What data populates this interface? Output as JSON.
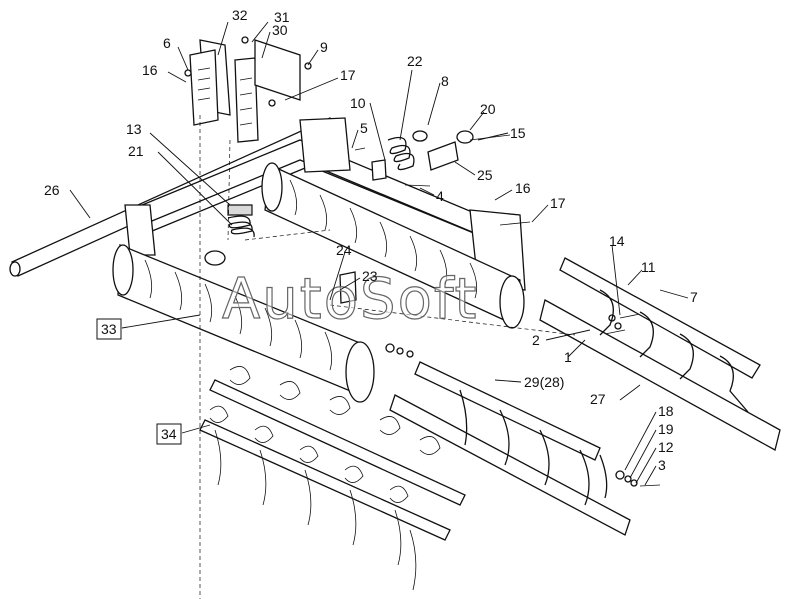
{
  "watermark": "AutoSoft",
  "callouts": [
    {
      "id": "c32",
      "text": "32"
    },
    {
      "id": "c31",
      "text": "31"
    },
    {
      "id": "c30",
      "text": "30"
    },
    {
      "id": "c6",
      "text": "6"
    },
    {
      "id": "c9",
      "text": "9"
    },
    {
      "id": "c16a",
      "text": "16"
    },
    {
      "id": "c17a",
      "text": "17"
    },
    {
      "id": "c22",
      "text": "22"
    },
    {
      "id": "c8",
      "text": "8"
    },
    {
      "id": "c10",
      "text": "10"
    },
    {
      "id": "c13",
      "text": "13"
    },
    {
      "id": "c5",
      "text": "5"
    },
    {
      "id": "c20",
      "text": "20"
    },
    {
      "id": "c15",
      "text": "15"
    },
    {
      "id": "c21",
      "text": "21"
    },
    {
      "id": "c25",
      "text": "25"
    },
    {
      "id": "c26",
      "text": "26"
    },
    {
      "id": "c4",
      "text": "4"
    },
    {
      "id": "c16b",
      "text": "16"
    },
    {
      "id": "c17b",
      "text": "17"
    },
    {
      "id": "c14",
      "text": "14"
    },
    {
      "id": "c11",
      "text": "11"
    },
    {
      "id": "c24",
      "text": "24"
    },
    {
      "id": "c23",
      "text": "23"
    },
    {
      "id": "c7",
      "text": "7"
    },
    {
      "id": "c33",
      "text": "33"
    },
    {
      "id": "c2",
      "text": "2"
    },
    {
      "id": "c1",
      "text": "1"
    },
    {
      "id": "c29",
      "text": "29(28)"
    },
    {
      "id": "c27",
      "text": "27"
    },
    {
      "id": "c34",
      "text": "34"
    },
    {
      "id": "c18",
      "text": "18"
    },
    {
      "id": "c19",
      "text": "19"
    },
    {
      "id": "c12",
      "text": "12"
    },
    {
      "id": "c3",
      "text": "3"
    }
  ]
}
